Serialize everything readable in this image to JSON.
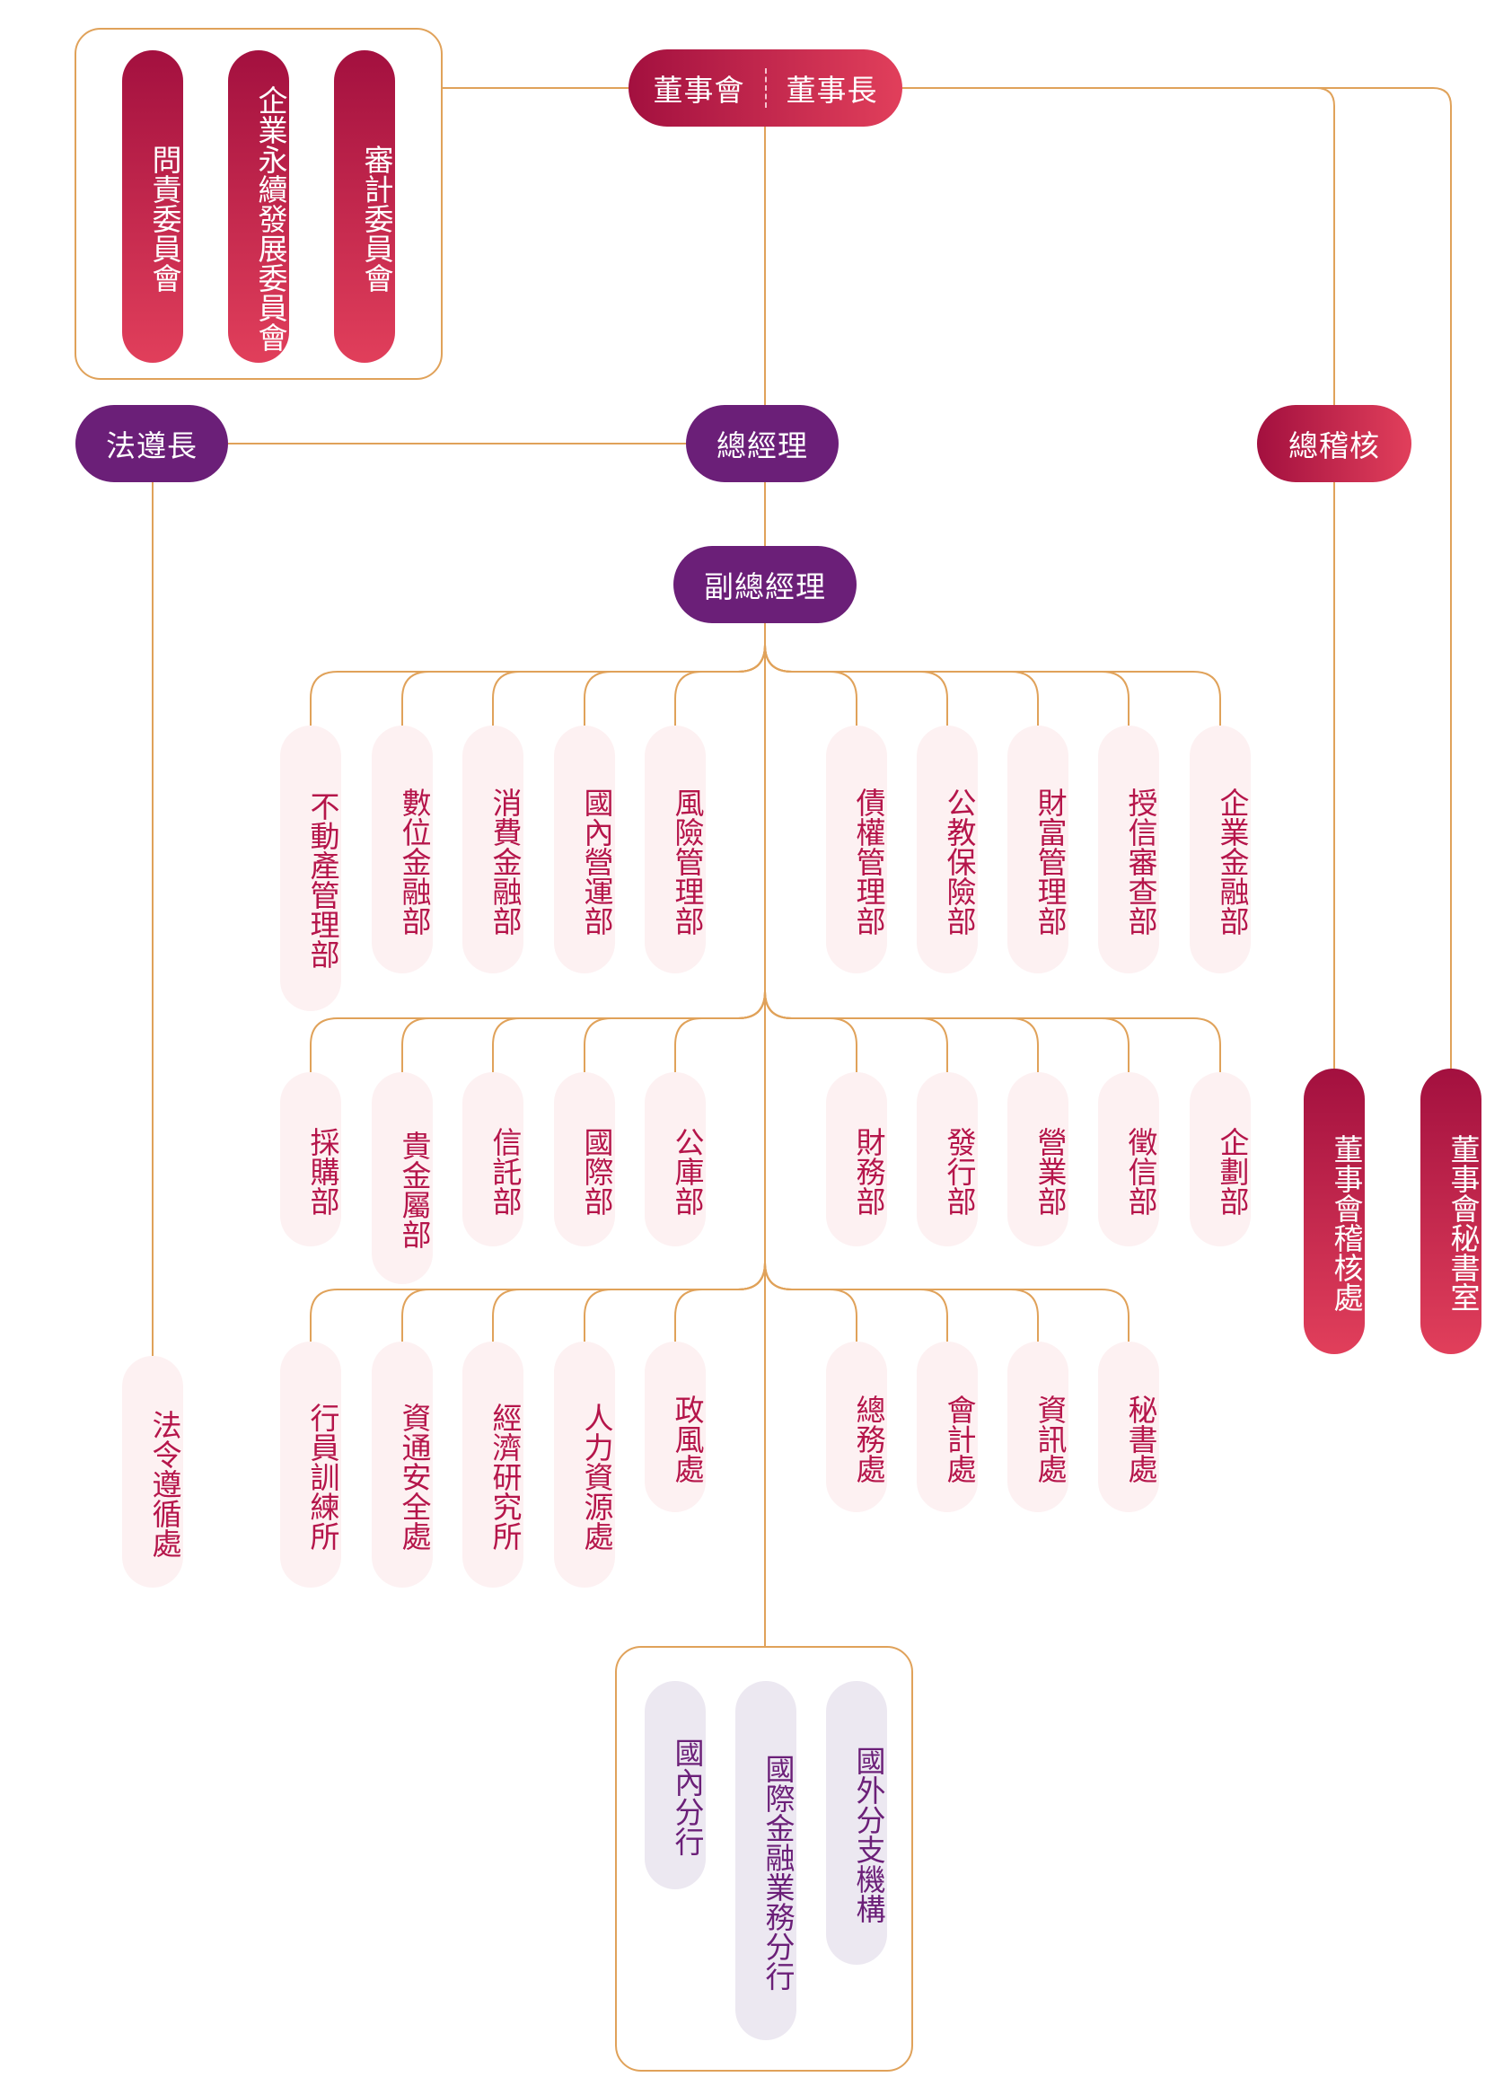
{
  "board": {
    "left": "董事會",
    "right": "董事長"
  },
  "committees": [
    "問責委員會",
    "企業永續發展委員會",
    "審計委員會"
  ],
  "compliance_officer": "法遵長",
  "president": "總經理",
  "chief_auditor": "總稽核",
  "evp": "副總經理",
  "row1": [
    "不動產管理部",
    "數位金融部",
    "消費金融部",
    "國內營運部",
    "風險管理部",
    "債權管理部",
    "公教保險部",
    "財富管理部",
    "授信審查部",
    "企業金融部"
  ],
  "row2": [
    "採購部",
    "貴金屬部",
    "信託部",
    "國際部",
    "公庫部",
    "財務部",
    "發行部",
    "營業部",
    "徵信部",
    "企劃部"
  ],
  "row3": [
    "行員訓練所",
    "資通安全處",
    "經濟研究所",
    "人力資源處",
    "政風處",
    "總務處",
    "會計處",
    "資訊處",
    "秘書處"
  ],
  "legal_dept": "法令遵循處",
  "audit_office": "董事會稽核處",
  "board_secretariat": "董事會秘書室",
  "branches": [
    "國內分行",
    "國際金融業務分行",
    "國外分支機構"
  ],
  "colors": {
    "primary_red": "#a3103f",
    "accent_red": "#e13f5b",
    "purple": "#6b1f78",
    "line": "#e0a25a",
    "pink_bg": "#fdf1f2",
    "lavender_bg": "#ece8f1"
  }
}
